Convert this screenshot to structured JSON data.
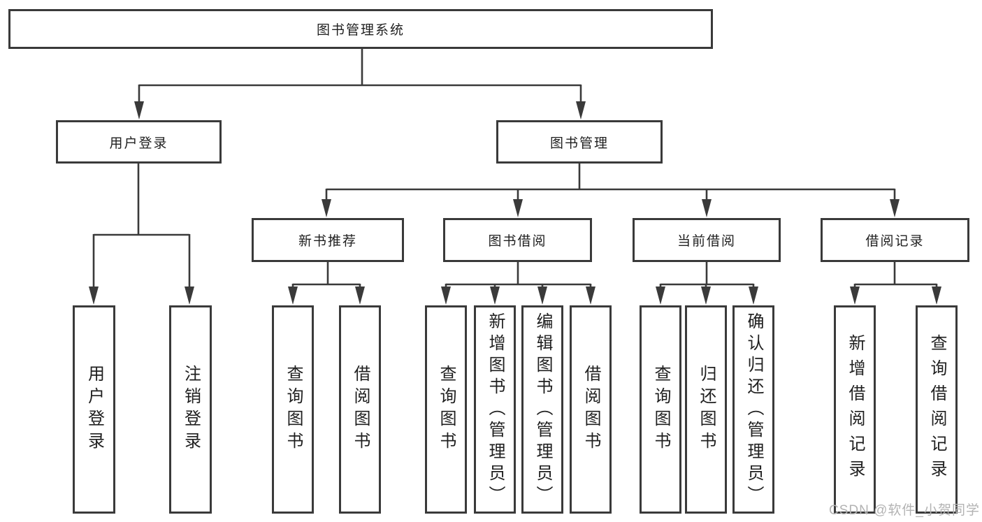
{
  "colors": {
    "line": "#3a3a3a",
    "box_border": "#3a3a3a",
    "text": "#1f1f1f",
    "watermark": "#b3b3b3",
    "background": "#ffffff"
  },
  "tree": {
    "root": {
      "label": "图书管理系统",
      "children": [
        {
          "label": "用户登录",
          "children": [
            {
              "label": "用户登录"
            },
            {
              "label": "注销登录"
            }
          ]
        },
        {
          "label": "图书管理",
          "children": [
            {
              "label": "新书推荐",
              "children": [
                {
                  "label": "查询图书"
                },
                {
                  "label": "借阅图书"
                }
              ]
            },
            {
              "label": "图书借阅",
              "children": [
                {
                  "label": "查询图书"
                },
                {
                  "label": "新增图书（管理员）"
                },
                {
                  "label": "编辑图书（管理员）"
                },
                {
                  "label": "借阅图书"
                }
              ]
            },
            {
              "label": "当前借阅",
              "children": [
                {
                  "label": "查询图书"
                },
                {
                  "label": "归还图书"
                },
                {
                  "label": "确认归还（管理员）"
                }
              ]
            },
            {
              "label": "借阅记录",
              "children": [
                {
                  "label": "新增借阅记录"
                },
                {
                  "label": "查询借阅记录"
                }
              ]
            }
          ]
        }
      ]
    }
  },
  "watermark": {
    "text": "CSDN @软件_小贺同学"
  }
}
